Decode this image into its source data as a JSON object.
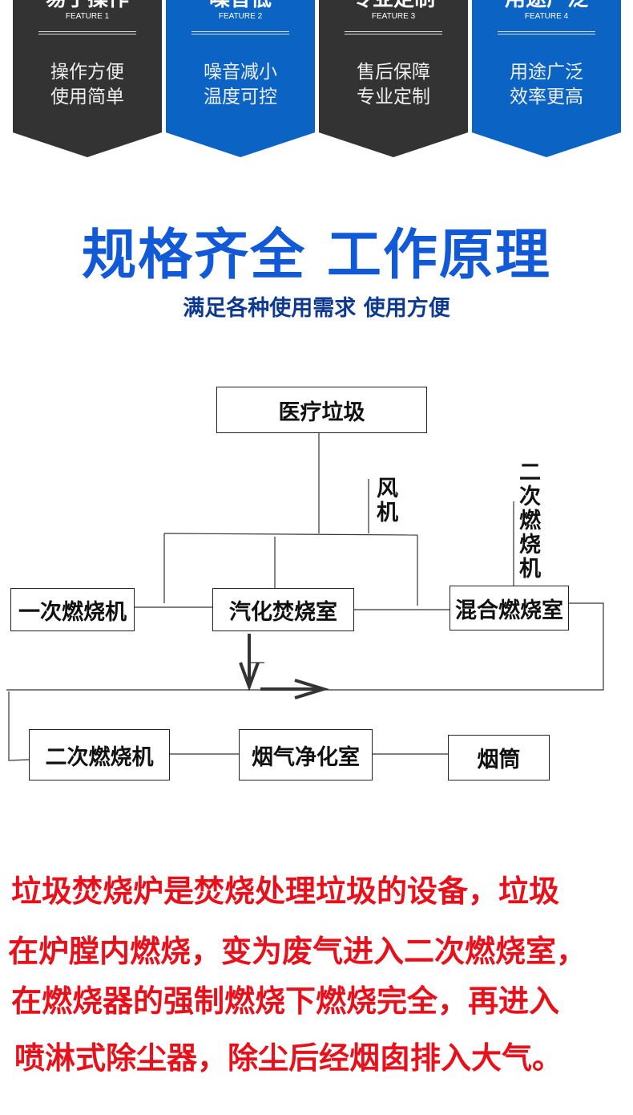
{
  "features": [
    {
      "title": "易于操作",
      "label": "FEATURE 1",
      "lines": [
        "操作方便",
        "使用简单"
      ],
      "color": "dark"
    },
    {
      "title": "噪音低",
      "label": "FEATURE 2",
      "lines": [
        "噪音减小",
        "温度可控"
      ],
      "color": "blue"
    },
    {
      "title": "专业定制",
      "label": "FEATURE 3",
      "lines": [
        "售后保障",
        "专业定制"
      ],
      "color": "dark"
    },
    {
      "title": "用途广泛",
      "label": "FEATURE 4",
      "lines": [
        "用途广泛",
        "效率更高"
      ],
      "color": "blue"
    }
  ],
  "heading": {
    "title": "规格齐全 工作原理",
    "subtitle": "满足各种使用需求 使用方便"
  },
  "diagram": {
    "medical_waste": "医疗垃圾",
    "fan": "风机",
    "secondary_burner_v": "二次燃烧机",
    "primary_burner": "一次燃烧机",
    "gasification_chamber": "汽化焚烧室",
    "mixing_chamber": "混合燃烧室",
    "secondary_burner": "二次燃烧机",
    "flue_gas_cleaning": "烟气净化室",
    "chimney": "烟筒"
  },
  "description": [
    "垃圾焚烧炉是焚烧处理垃圾的设备，垃圾",
    "在炉膛内燃烧，变为废气进入二次燃烧室，",
    "在燃烧器的强制燃烧下燃烧完全，再进入",
    "喷淋式除尘器，除尘后经烟囱排入大气。"
  ],
  "colors": {
    "dark": "#333333",
    "blue": "#0b63c4",
    "heading": "#1159d6",
    "subtitle": "#0d3a8e",
    "red": "#e8101a"
  }
}
